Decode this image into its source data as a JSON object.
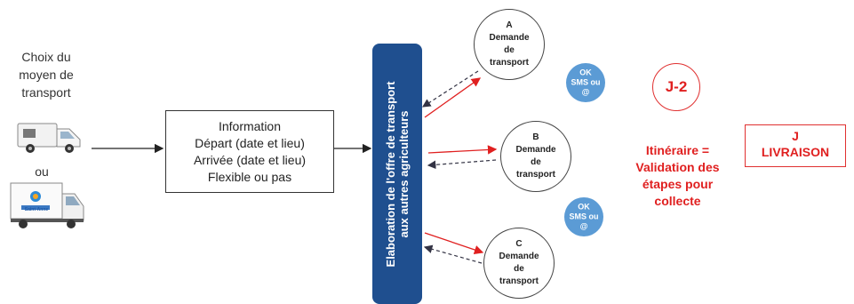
{
  "left": {
    "transport_choice": "Choix du moyen de transport",
    "ou": "ou",
    "truck_brand": "Saint-Anne"
  },
  "info_box": {
    "lines": [
      "Information",
      "Départ (date et lieu)",
      "Arrivée (date et lieu)",
      "Flexible ou pas"
    ]
  },
  "vertical_bar": {
    "line1": "Elaboration de l'offre de transport",
    "line2": "aux autres agriculteurs"
  },
  "requests": [
    {
      "letter": "A",
      "l1": "Demande",
      "l2": "de",
      "l3": "transport"
    },
    {
      "letter": "B",
      "l1": "Demande",
      "l2": "de",
      "l3": "transport"
    },
    {
      "letter": "C",
      "l1": "Demande",
      "l2": "de",
      "l3": "transport"
    }
  ],
  "ok_badges": [
    {
      "l1": "OK",
      "l2": "SMS ou",
      "l3": "@"
    },
    {
      "l1": "OK",
      "l2": "SMS ou",
      "l3": "@"
    }
  ],
  "j2": "J-2",
  "itinerary": {
    "l1": "Itinéraire =",
    "l2": "Validation des",
    "l3": "étapes pour",
    "l4": "collecte"
  },
  "delivery": {
    "l1": "J",
    "l2": "LIVRAISON"
  },
  "colors": {
    "bar": "#1f4f8f",
    "accent_red": "#e02020",
    "badge_blue": "#5b9bd5"
  }
}
